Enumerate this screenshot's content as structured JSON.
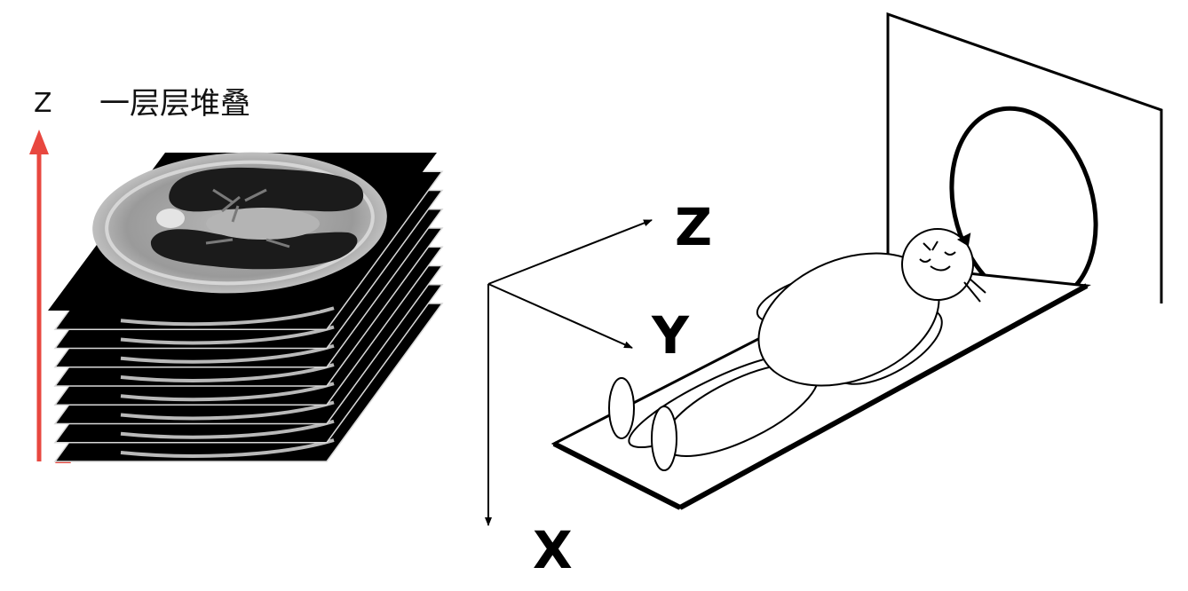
{
  "stack_panel": {
    "axis_label": "Z",
    "caption": "一层层堆叠",
    "slice_count": 8
  },
  "scanner_panel": {
    "axis_labels": {
      "z": "Z",
      "y": "Y",
      "x": "X"
    }
  },
  "colors": {
    "arrow": "#e8473f",
    "slice_bg": "#000000",
    "tissue": "#9a9a9a",
    "lung": "#1a1a1a",
    "line": "#000000"
  }
}
